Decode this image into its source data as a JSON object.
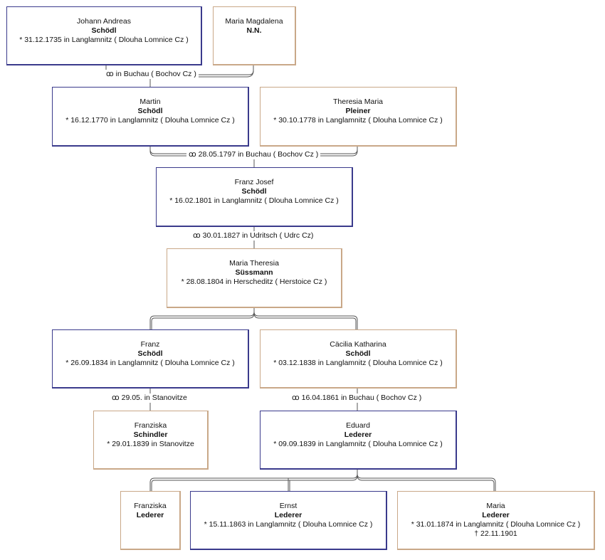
{
  "persons": {
    "johann_andreas": {
      "given": "Johann Andreas",
      "surname": "Schödl",
      "birth": "* 31.12.1735 in Langlamnitz ( Dlouha Lomnice Cz )",
      "sex": "m"
    },
    "maria_magdalena": {
      "given": "Maria Magdalena",
      "surname": "N.N.",
      "birth": "",
      "sex": "f"
    },
    "martin": {
      "given": "Martin",
      "surname": "Schödl",
      "birth": "* 16.12.1770 in Langlamnitz ( Dlouha Lomnice Cz )",
      "sex": "m"
    },
    "theresia_maria": {
      "given": "Theresia Maria",
      "surname": "Pleiner",
      "birth": "* 30.10.1778 in Langlamnitz ( Dlouha Lomnice Cz )",
      "sex": "f"
    },
    "franz_josef": {
      "given": "Franz Josef",
      "surname": "Schödl",
      "birth": "* 16.02.1801 in Langlamnitz ( Dlouha Lomnice Cz )",
      "sex": "m"
    },
    "maria_theresia": {
      "given": "Maria Theresia",
      "surname": "Süssmann",
      "birth": "* 28.08.1804 in Herscheditz ( Herstoice Cz )",
      "sex": "f"
    },
    "franz": {
      "given": "Franz",
      "surname": "Schödl",
      "birth": "* 26.09.1834 in Langlamnitz ( Dlouha Lomnice Cz )",
      "sex": "m"
    },
    "cacilia_katharina": {
      "given": "Cäcilia Katharina",
      "surname": "Schödl",
      "birth": "* 03.12.1838 in Langlamnitz ( Dlouha Lomnice Cz )",
      "sex": "f"
    },
    "franziska_schindler": {
      "given": "Franziska",
      "surname": "Schindler",
      "birth": "* 29.01.1839 in Stanovitze",
      "sex": "f"
    },
    "eduard": {
      "given": "Eduard",
      "surname": "Lederer",
      "birth": "* 09.09.1839 in Langlamnitz ( Dlouha Lomnice Cz )",
      "sex": "m"
    },
    "franziska_lederer": {
      "given": "Franziska",
      "surname": "Lederer",
      "birth": "",
      "sex": "f"
    },
    "ernst": {
      "given": "Ernst",
      "surname": "Lederer",
      "birth": "* 15.11.1863 in Langlamnitz ( Dlouha Lomnice Cz )",
      "sex": "m"
    },
    "maria_lederer": {
      "given": "Maria",
      "surname": "Lederer",
      "birth": "* 31.01.1874 in Langlamnitz ( Dlouha Lomnice Cz )",
      "death": "† 22.11.1901",
      "sex": "f"
    }
  },
  "marriages": {
    "m1": "ꝏ in Buchau ( Bochov Cz )",
    "m2": "ꝏ  28.05.1797 in Buchau ( Bochov Cz )",
    "m3": "ꝏ  30.01.1827 in Udritsch ( Udrc Cz)",
    "m4": "ꝏ  29.05. in Stanovitze",
    "m5": "ꝏ  16.04.1861 in Buchau ( Bochov Cz )"
  },
  "colors": {
    "male_border": "#3a3a8c",
    "female_border": "#c9a888",
    "line": "#555555"
  }
}
